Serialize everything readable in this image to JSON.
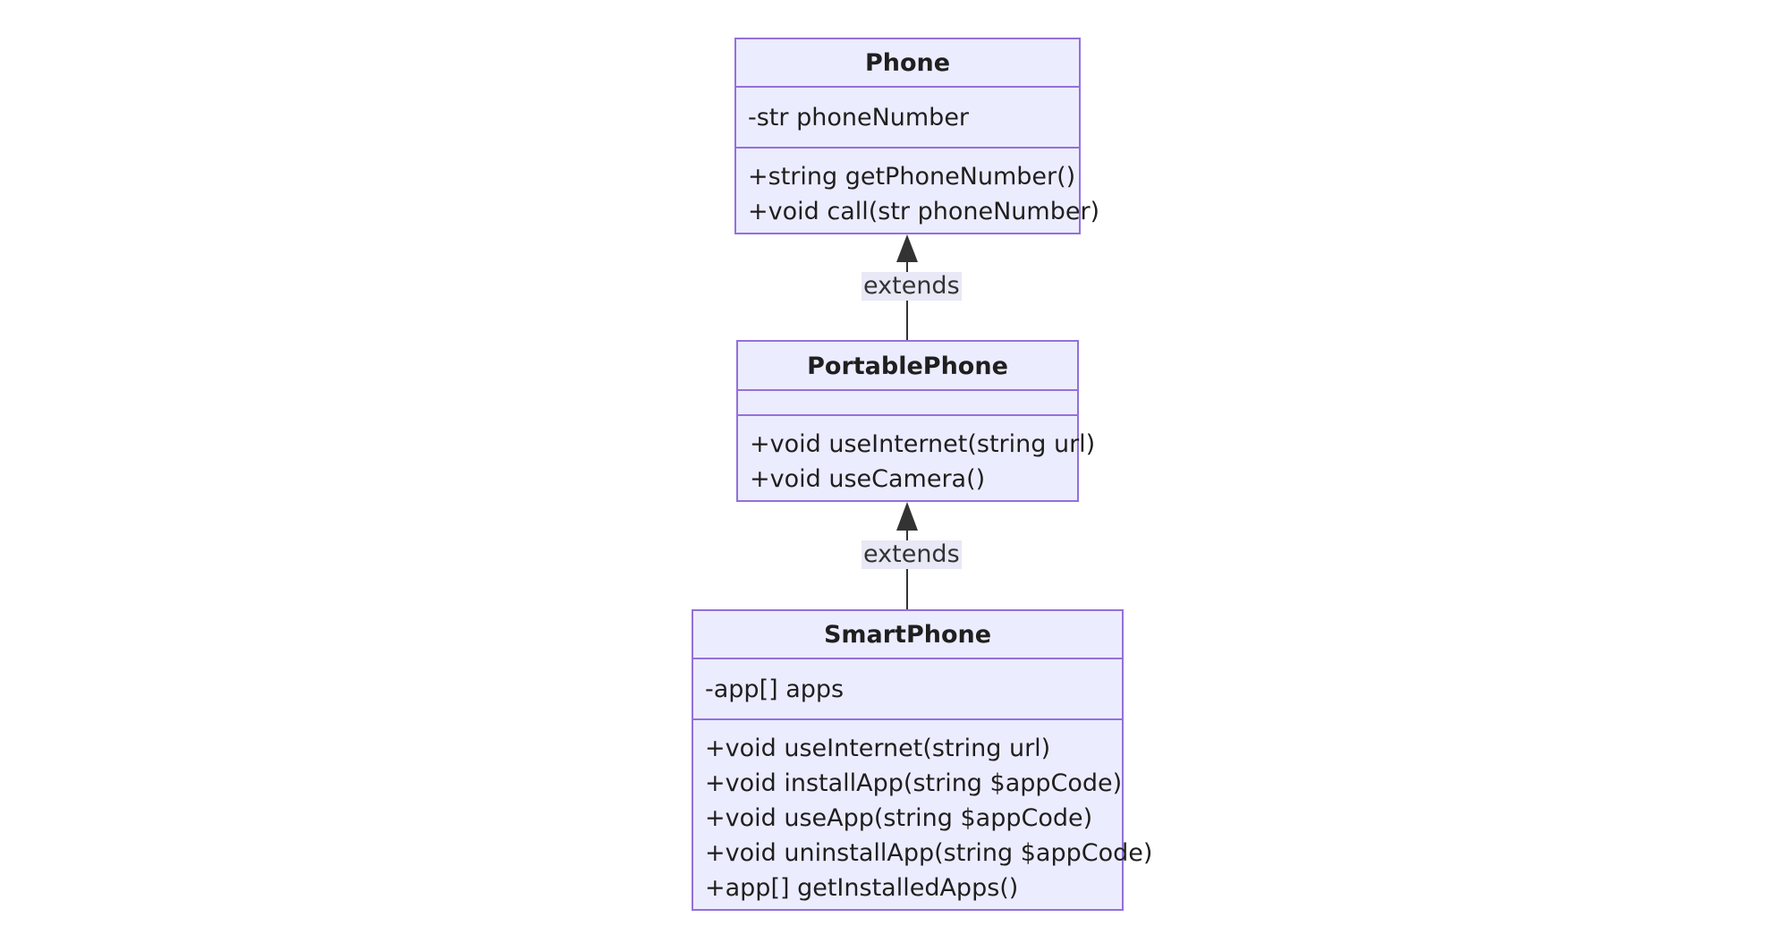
{
  "classes": [
    {
      "id": "phone",
      "name": "Phone",
      "attributes": [
        "-str phoneNumber"
      ],
      "methods": [
        "+string getPhoneNumber()",
        "+void call(str phoneNumber)"
      ]
    },
    {
      "id": "portable-phone",
      "name": "PortablePhone",
      "attributes": [],
      "methods": [
        "+void useInternet(string url)",
        "+void useCamera()"
      ]
    },
    {
      "id": "smart-phone",
      "name": "SmartPhone",
      "attributes": [
        "-app[] apps"
      ],
      "methods": [
        "+void useInternet(string url)",
        "+void installApp(string $appCode)",
        "+void useApp(string $appCode)",
        "+void uninstallApp(string $appCode)",
        "+app[] getInstalledApps()"
      ]
    }
  ],
  "relations": [
    {
      "from": "PortablePhone",
      "to": "Phone",
      "label": "extends"
    },
    {
      "from": "SmartPhone",
      "to": "PortablePhone",
      "label": "extends"
    }
  ],
  "colors": {
    "node_fill": "#ececff",
    "node_stroke": "#9370db",
    "edge": "#333333",
    "label_bg": "#e8e8f6"
  }
}
